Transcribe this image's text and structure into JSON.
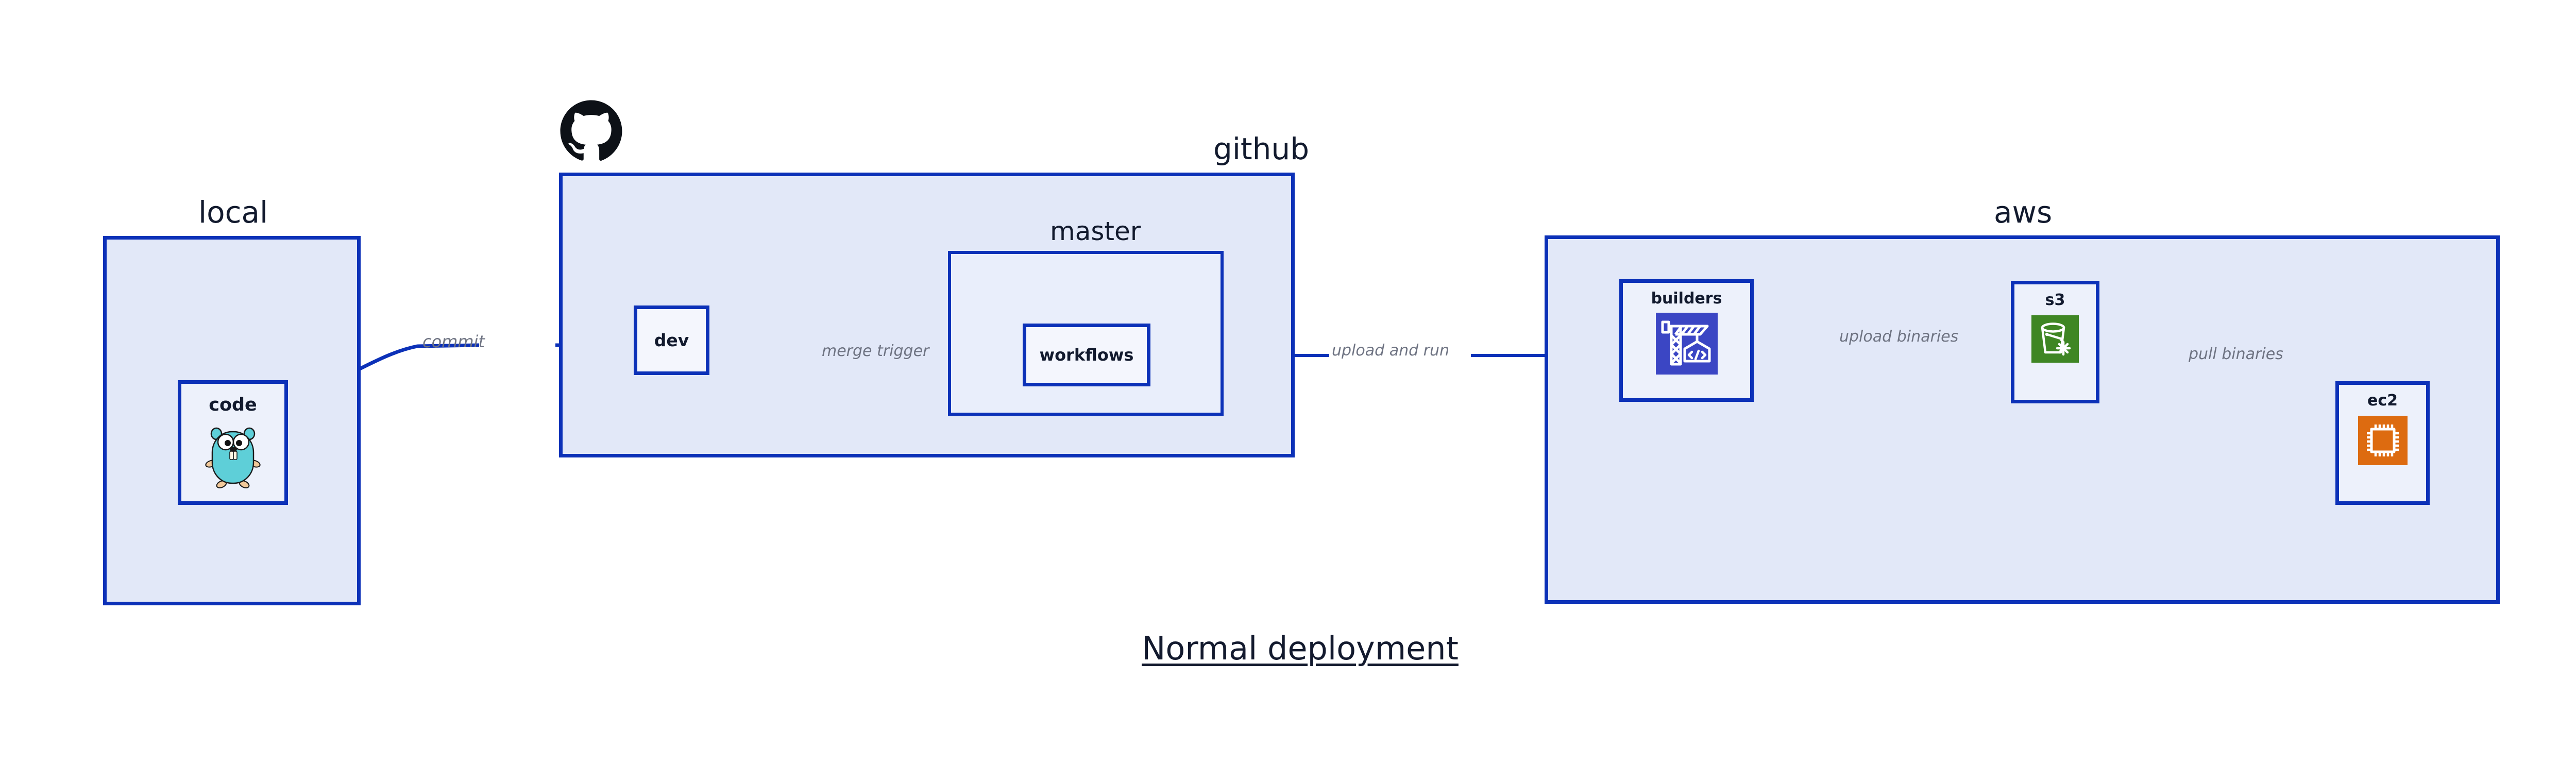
{
  "diagram": {
    "caption": "Normal deployment",
    "colors": {
      "cluster_fill": "#e2e8f8",
      "cluster_inner_fill": "#e9eefb",
      "node_fill": "#edf1fb",
      "border": "#0c31b8",
      "edge": "#0c31b8",
      "label_text": "#121a2e",
      "edge_label_text": "#6e7382",
      "builders_icon": "#3b46c4",
      "s3_icon": "#3f8624",
      "ec2_icon": "#dd6b10",
      "gopher": "#5ecfd8",
      "octocat": "#0d1117"
    }
  },
  "clusters": [
    {
      "id": "local",
      "label": "local"
    },
    {
      "id": "github",
      "label": "github"
    },
    {
      "id": "master",
      "label": "master"
    },
    {
      "id": "aws",
      "label": "aws"
    }
  ],
  "nodes": [
    {
      "id": "code",
      "label": "code",
      "icon": "go-gopher-icon",
      "cluster": "local"
    },
    {
      "id": "dev",
      "label": "dev",
      "icon": null,
      "cluster": "github"
    },
    {
      "id": "workflows",
      "label": "workflows",
      "icon": null,
      "cluster": "master"
    },
    {
      "id": "builders",
      "label": "builders",
      "icon": "aws-crane-icon",
      "cluster": "aws"
    },
    {
      "id": "s3",
      "label": "s3",
      "icon": "aws-s3-icon",
      "cluster": "aws"
    },
    {
      "id": "ec2",
      "label": "ec2",
      "icon": "aws-ec2-icon",
      "cluster": "aws"
    }
  ],
  "edges": [
    {
      "id": "commit",
      "label": "commit",
      "from": "code",
      "to": "dev"
    },
    {
      "id": "merge-trigger",
      "label": "merge trigger",
      "from": "dev",
      "to": "workflows"
    },
    {
      "id": "upload-and-run",
      "label": "upload and run",
      "from": "workflows",
      "to": "builders"
    },
    {
      "id": "upload-binaries",
      "label": "upload binaries",
      "from": "builders",
      "to": "s3"
    },
    {
      "id": "pull-binaries",
      "label": "pull binaries",
      "from": "s3",
      "to": "ec2"
    }
  ],
  "logos": [
    {
      "id": "github-octocat",
      "name": "github-octocat-logo"
    }
  ]
}
